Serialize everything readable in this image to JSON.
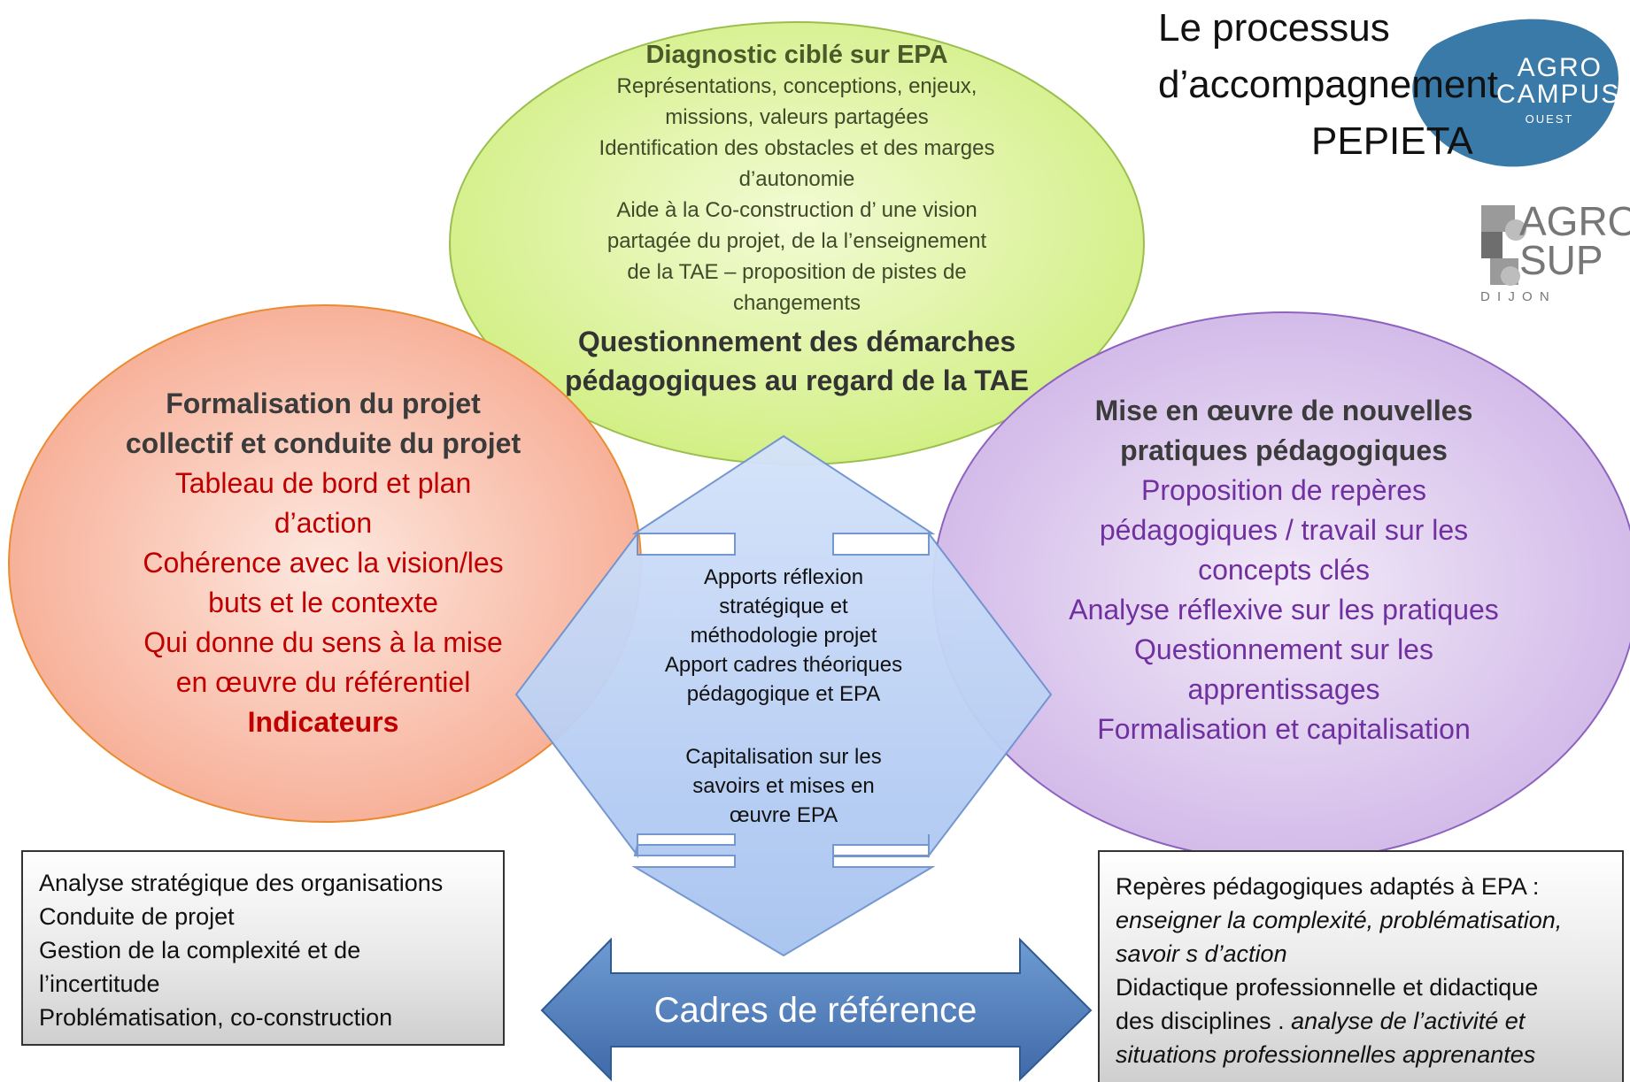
{
  "title": {
    "line1": "Le processus",
    "line2": "d’accompagnement",
    "line3": "PEPIETA"
  },
  "logos": {
    "agrocampus": {
      "line1": "AGRO",
      "line2": "CAMPUS",
      "line3": "OUEST",
      "color": "#3a7aa8"
    },
    "agrosup": {
      "line1": "AGRO",
      "line2": "SUP",
      "line3": "D I J O N"
    }
  },
  "top_ellipse": {
    "heading": "Diagnostic ciblé sur EPA",
    "lines": [
      "Représentations, conceptions, enjeux,",
      "missions,  valeurs partagées",
      "Identification des obstacles et des marges",
      "d’autonomie",
      "Aide à la Co-construction d’ une vision",
      "partagée du projet, de la l’enseignement",
      "de la TAE – proposition de pistes de",
      "changements"
    ],
    "question": [
      "Questionnement des démarches",
      "pédagogiques au regard de la TAE"
    ]
  },
  "left_ellipse": {
    "heading": [
      "Formalisation du projet",
      "collectif et conduite du projet"
    ],
    "lines": [
      "Tableau de bord et plan",
      "d’action",
      "Cohérence avec la vision/les",
      "buts et le contexte",
      "Qui donne du sens à la mise",
      "en œuvre du référentiel"
    ],
    "bold_last": "Indicateurs"
  },
  "right_ellipse": {
    "heading": [
      "Mise en œuvre de nouvelles",
      "pratiques pédagogiques"
    ],
    "lines": [
      "Proposition de repères",
      "pédagogiques / travail sur les",
      "concepts clés",
      "Analyse réflexive sur les pratiques",
      "Questionnement sur les",
      "apprentissages",
      "Formalisation et capitalisation"
    ]
  },
  "center_arrow": {
    "block1": [
      "Apports réflexion",
      "stratégique et",
      "méthodologie projet",
      "Apport cadres théoriques",
      "pédagogique et EPA"
    ],
    "block2": [
      "Capitalisation sur les",
      "savoirs  et mises en",
      "œuvre EPA"
    ]
  },
  "bottom_arrow": {
    "label": "Cadres de référence",
    "color": "#4f7fbd"
  },
  "left_box": {
    "lines": [
      "Analyse stratégique  des organisations",
      "Conduite de projet",
      "Gestion de la complexité et de",
      "l’incertitude",
      "Problématisation, co-construction"
    ]
  },
  "right_box": {
    "line1": "Repères pédagogiques  adaptés à EPA  :",
    "line2_italic": "enseigner la complexité, problématisation,",
    "line3_italic": "savoir s d’action",
    "line4": "Didactique professionnelle et didactique",
    "line5_normal": "des disciplines . ",
    "line5_italic": "analyse de l’activité et",
    "line6_italic": "situations professionnelles apprenantes"
  },
  "colors": {
    "top_fill": "#d8f08a",
    "left_fill": "#f9b4a0",
    "right_fill": "#d7c3ec",
    "center_fill": "#b9d0f4"
  }
}
